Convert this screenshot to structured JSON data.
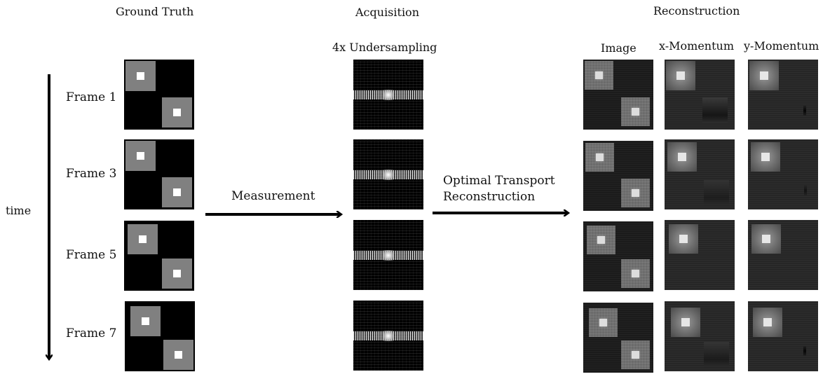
{
  "headers": {
    "ground_truth": "Ground Truth",
    "acquisition": "Acquisition",
    "reconstruction": "Reconstruction"
  },
  "subheaders": {
    "undersampling": "4x Undersampling",
    "image": "Image",
    "x_momentum": "x-Momentum",
    "y_momentum": "y-Momentum"
  },
  "time_label": "time",
  "frames": [
    {
      "label": "Frame 1"
    },
    {
      "label": "Frame 3"
    },
    {
      "label": "Frame 5"
    },
    {
      "label": "Frame 7"
    }
  ],
  "arrows": {
    "measurement": "Measurement",
    "ot_line1": "Optimal Transport",
    "ot_line2": "Reconstruction"
  },
  "colors": {
    "background": "#ffffff",
    "tile_background": "#000000",
    "square": "#808080",
    "marker": "#ffffff",
    "recon_background": "#1b1b1b"
  }
}
